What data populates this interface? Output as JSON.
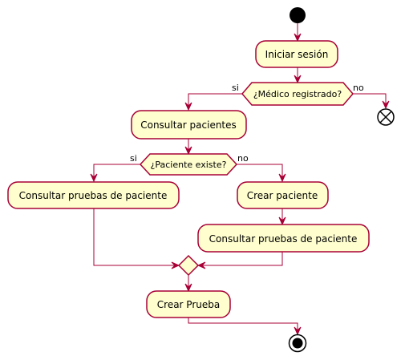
{
  "diagram": {
    "actions": {
      "start_session": "Iniciar sesión",
      "consult_patients": "Consultar pacientes",
      "consult_tests_left": "Consultar pruebas de paciente",
      "create_patient": "Crear paciente",
      "consult_tests_right": "Consultar pruebas de paciente",
      "create_test": "Crear Prueba"
    },
    "decisions": {
      "doctor_registered": {
        "question": "¿Médico registrado?",
        "yes_label": "si",
        "no_label": "no"
      },
      "patient_exists": {
        "question": "¿Paciente existe?",
        "yes_label": "si",
        "no_label": "no"
      }
    },
    "colors": {
      "node_fill": "#FEFECE",
      "border": "#A80036",
      "start_end": "#000000"
    }
  }
}
